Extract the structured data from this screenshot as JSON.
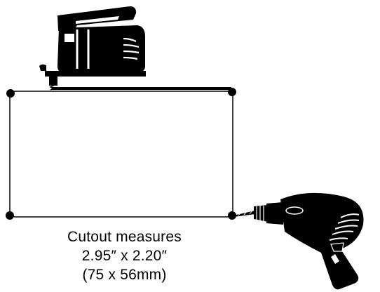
{
  "caption": {
    "line1": "Cutout measures",
    "line2": "2.95″ x 2.20″",
    "line3": "(75 x 56mm)"
  },
  "icons": {
    "saw": "jigsaw-icon",
    "drill": "power-drill-icon"
  },
  "colors": {
    "ink": "#000000",
    "background": "#ffffff"
  }
}
